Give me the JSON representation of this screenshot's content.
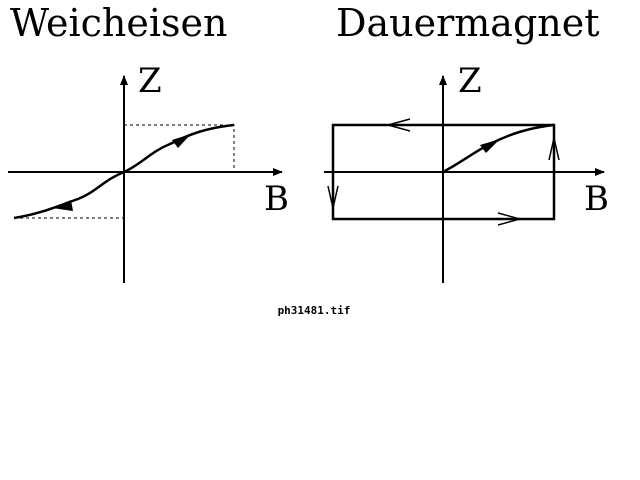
{
  "panels": [
    {
      "title": "Weicheisen",
      "y_label": "Z",
      "x_label": "B"
    },
    {
      "title": "Dauermagnet",
      "y_label": "Z",
      "x_label": "B"
    }
  ],
  "caption": "ph31481.tif"
}
